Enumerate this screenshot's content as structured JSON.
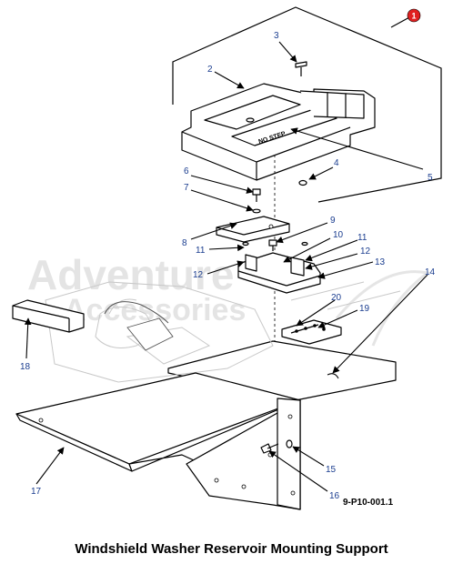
{
  "diagram": {
    "caption": "Windshield Washer Reservoir Mounting Support",
    "figure_id": "9-P10-001.1",
    "assembly_callout": "1",
    "watermark": [
      "Adventure",
      "Accessories"
    ],
    "callouts": [
      "2",
      "3",
      "4",
      "5",
      "6",
      "7",
      "8",
      "9",
      "10",
      "11",
      "11",
      "12",
      "12",
      "13",
      "14",
      "15",
      "16",
      "17",
      "18",
      "19",
      "20"
    ],
    "colors": {
      "callout_text": "#1a3d8f",
      "assembly_badge": "#e02020",
      "watermark": "#cfcfcf"
    }
  }
}
